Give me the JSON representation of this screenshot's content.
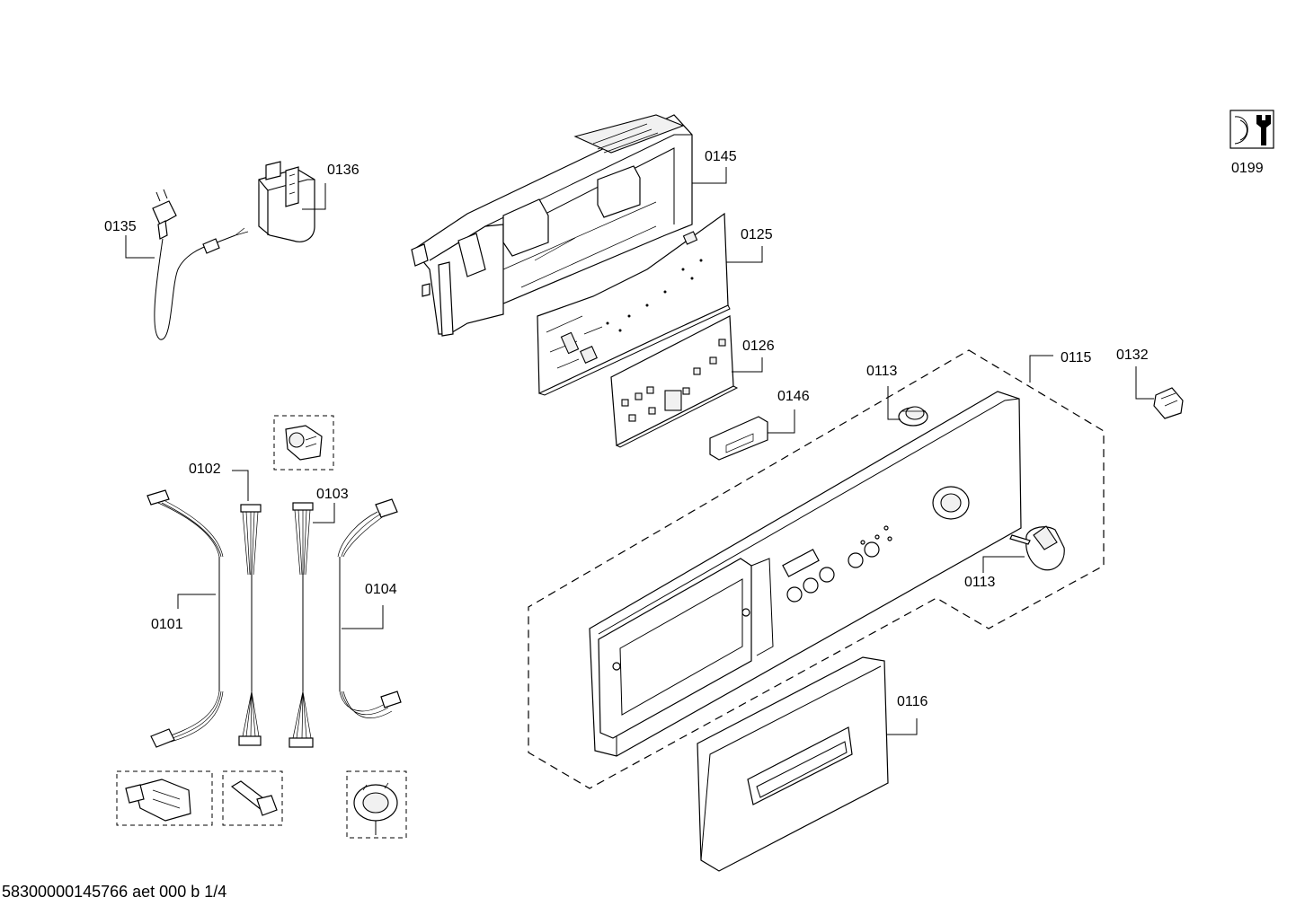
{
  "labels": {
    "p0135": "0135",
    "p0136": "0136",
    "p0145": "0145",
    "p0125": "0125",
    "p0126": "0126",
    "p0146": "0146",
    "p0113a": "0113",
    "p0113b": "0113",
    "p0115": "0115",
    "p0132": "0132",
    "p0199": "0199",
    "p0102": "0102",
    "p0103": "0103",
    "p0101": "0101",
    "p0104": "0104",
    "p0116": "0116"
  },
  "footer": {
    "doc_id": "58300000145766 aet 000 b 1/4"
  },
  "icons": {
    "service_icon": "wrench-tool-icon"
  }
}
